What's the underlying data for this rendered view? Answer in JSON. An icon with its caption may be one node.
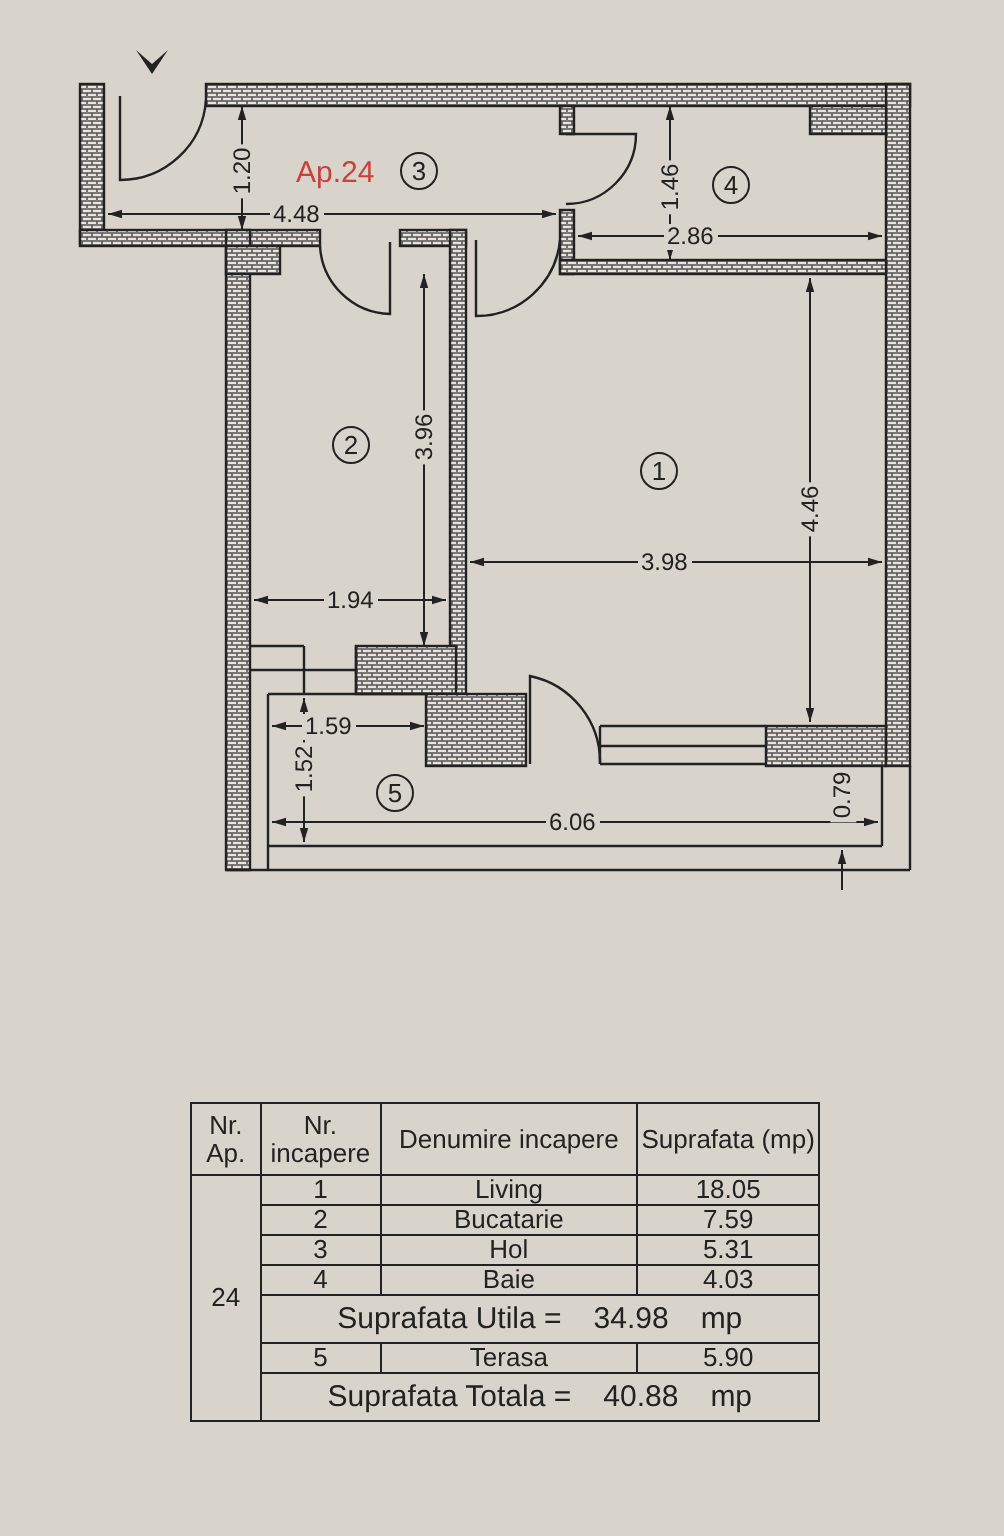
{
  "diagram": {
    "nodes": [
      {
        "text": [
          "3"
        ]
      },
      {
        "text": [
          "4"
        ]
      },
      {
        "text": [
          "2"
        ]
      },
      {
        "text": [
          "1"
        ]
      },
      {
        "text": [
          "5"
        ]
      }
    ],
    "labels": [
      "Ap.24",
      "1.20",
      "4.48",
      "1.46",
      "2.86",
      "3.96",
      "4.46",
      "3.98",
      "1.94",
      "1.59",
      "1.52",
      "6.06",
      "0.79",
      "Nr. Ap.",
      "Nr. incapere",
      "Denumire incapere",
      "Suprafata (mp)",
      "24",
      "1",
      "Living",
      "18.05",
      "2",
      "Bucatarie",
      "7.59",
      "3",
      "Hol",
      "5.31",
      "4",
      "Baie",
      "4.03",
      "Suprafata Utila =",
      "34.98",
      "mp",
      "5",
      "Terasa",
      "5.90",
      "Suprafata Totala =",
      "40.88",
      "mp"
    ]
  }
}
